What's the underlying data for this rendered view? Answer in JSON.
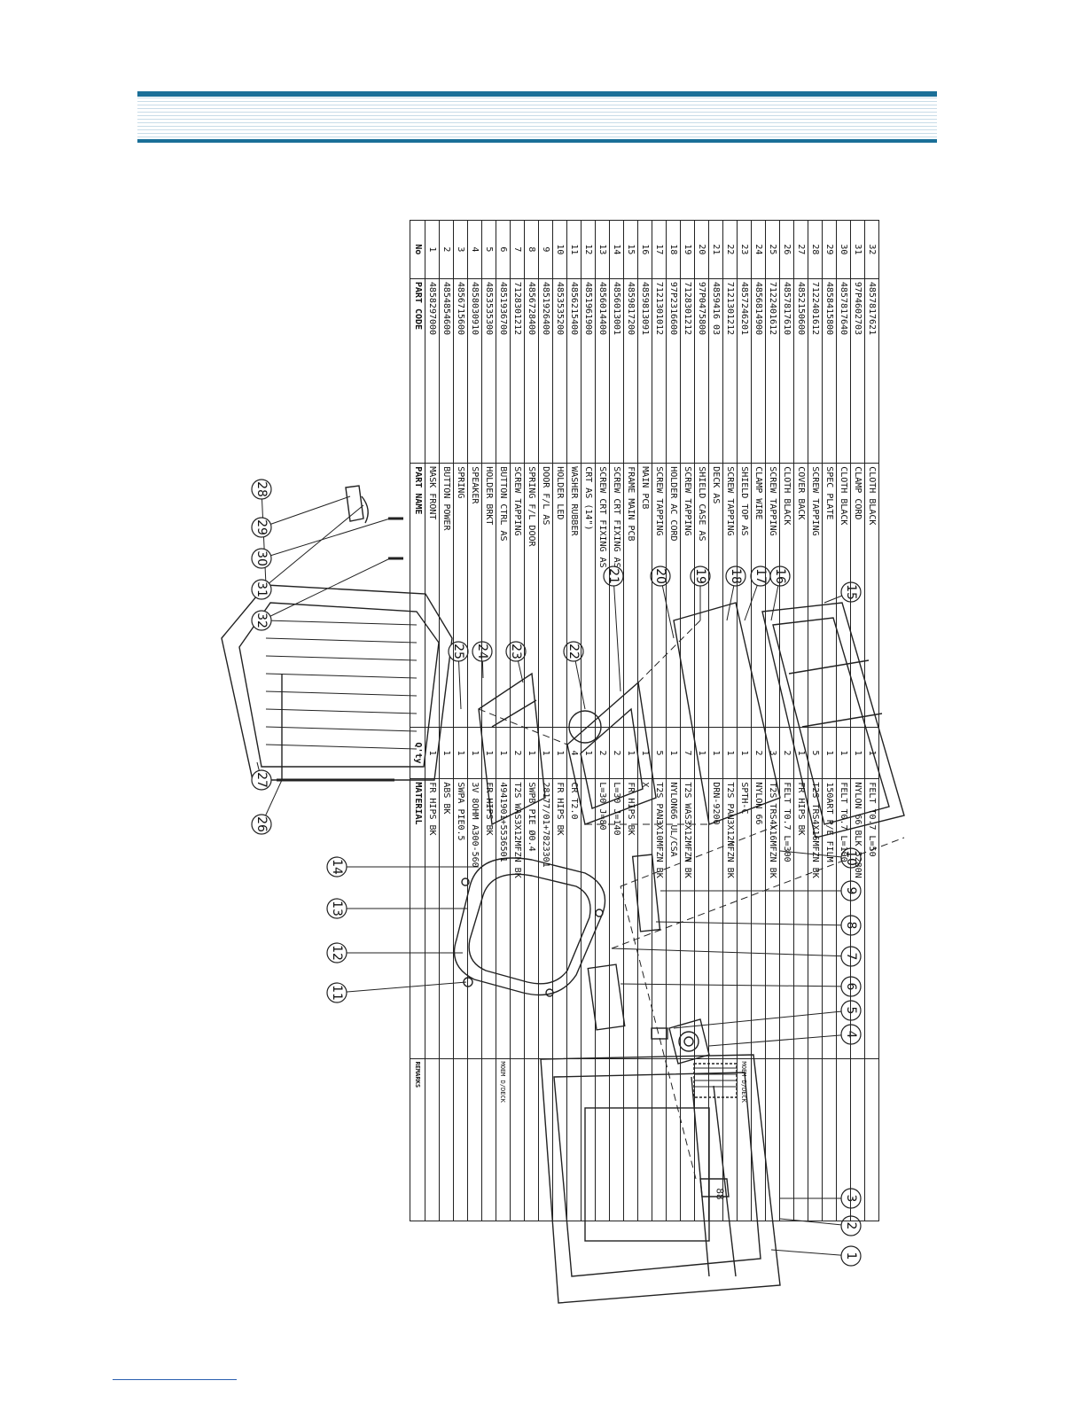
{
  "table": {
    "header": {
      "no": "No",
      "code": "PART CODE",
      "name": "PART NAME",
      "qty": "Q'ty",
      "material": "MATERIAL",
      "remarks": "REMARKS"
    },
    "rows": [
      {
        "no": "32",
        "code": "4857817621",
        "name": "CLOTH BLACK",
        "qty": "1",
        "material": "FELT T0.7    L=50",
        "remarks": ""
      },
      {
        "no": "31",
        "code": "97P4602703",
        "name": "CLAMP CORD",
        "qty": "1",
        "material": "NYLON 66 BLK 5280N",
        "remarks": ""
      },
      {
        "no": "30",
        "code": "4857817640",
        "name": "CLOTH BLACK",
        "qty": "1",
        "material": "FELT T0.7    L=100",
        "remarks": ""
      },
      {
        "no": "29",
        "code": "4858415800",
        "name": "SPEC PLATE",
        "qty": "1",
        "material": "150ART P/E FILM",
        "remarks": ""
      },
      {
        "no": "28",
        "code": "7122401612",
        "name": "SCREW TAPPING",
        "qty": "5",
        "material": "T2S TRS4X16MFZN BK",
        "remarks": ""
      },
      {
        "no": "27",
        "code": "4852150600",
        "name": "COVER BACK",
        "qty": "1",
        "material": "FR HIPS BK",
        "remarks": ""
      },
      {
        "no": "26",
        "code": "4857817610",
        "name": "CLOTH BLACK",
        "qty": "2",
        "material": "FELT T0.7    L=300",
        "remarks": ""
      },
      {
        "no": "25",
        "code": "7122401612",
        "name": "SCREW TAPPING",
        "qty": "3",
        "material": "T2S TRS4X16MFZN BK",
        "remarks": ""
      },
      {
        "no": "24",
        "code": "4856814900",
        "name": "CLAMP WIRE",
        "qty": "2",
        "material": "NYLON 66",
        "remarks": ""
      },
      {
        "no": "23",
        "code": "4857246201",
        "name": "SHIELD TOP AS",
        "qty": "1",
        "material": "SPTH-C",
        "remarks": "MOEM D/DECK"
      },
      {
        "no": "22",
        "code": "7121301212",
        "name": "SCREW TAPPING",
        "qty": "1",
        "material": "T2S PAN3X12MFZN BK",
        "remarks": ""
      },
      {
        "no": "21",
        "code": "4859416 03",
        "name": "DECK AS",
        "qty": "1",
        "material": "DRN-9200",
        "remarks": ""
      },
      {
        "no": "20",
        "code": "97P0475800",
        "name": "SHIELD CASE AS",
        "qty": "1",
        "material": "",
        "remarks": ""
      },
      {
        "no": "19",
        "code": "7128301212",
        "name": "SCREW TAPPING",
        "qty": "7",
        "material": "T2S WAS3X12MFZN BK",
        "remarks": ""
      },
      {
        "no": "18",
        "code": "97P2316600",
        "name": "HOLDER AC CORD",
        "qty": "1",
        "material": "NYLON66 UL/CSA",
        "remarks": ""
      },
      {
        "no": "17",
        "code": "7121301012",
        "name": "SCREW TAPPING",
        "qty": "5",
        "material": "T2S PAN3X10MFZN BK",
        "remarks": ""
      },
      {
        "no": "16",
        "code": "4859813091",
        "name": "MAIN PCB",
        "qty": "1",
        "material": "X",
        "remarks": ""
      },
      {
        "no": "15",
        "code": "4859817200",
        "name": "FRAME MAIN PCB",
        "qty": "1",
        "material": "FR HIPS BK",
        "remarks": ""
      },
      {
        "no": "14",
        "code": "4856013001",
        "name": "SCREW CRT FIXING AS",
        "qty": "2",
        "material": "L=30 J=140",
        "remarks": ""
      },
      {
        "no": "13",
        "code": "4856014400",
        "name": "SCREW CRT FIXING AS",
        "qty": "2",
        "material": "L=30 J=80",
        "remarks": ""
      },
      {
        "no": "12",
        "code": "4851961900",
        "name": "CRT AS (14\")",
        "qty": "1",
        "material": "",
        "remarks": ""
      },
      {
        "no": "11",
        "code": "4856215400",
        "name": "WASHER RUBBER",
        "qty": "4",
        "material": "CR T2.0",
        "remarks": ""
      },
      {
        "no": "10",
        "code": "4853535200",
        "name": "HOLDER LED",
        "qty": "1",
        "material": "FR HIPS BK",
        "remarks": ""
      },
      {
        "no": "9",
        "code": "4851926400",
        "name": "DOOR F/L AS",
        "qty": "1",
        "material": "28177/01+7823301",
        "remarks": ""
      },
      {
        "no": "8",
        "code": "4856728400",
        "name": "SPRING F/L DOOR",
        "qty": "1",
        "material": "SWPB PIE Ø0.4",
        "remarks": ""
      },
      {
        "no": "7",
        "code": "7128301212",
        "name": "SCREW TAPPING",
        "qty": "2",
        "material": "T2S WAS3X12MFZN BK",
        "remarks": ""
      },
      {
        "no": "6",
        "code": "4851936700",
        "name": "BUTTON CTRL AS",
        "qty": "1",
        "material": "4941901+5536501",
        "remarks": "MOEM D/DECK"
      },
      {
        "no": "5",
        "code": "4853535300",
        "name": "HOLDER BRKT",
        "qty": "1",
        "material": "FR HIPS BK",
        "remarks": ""
      },
      {
        "no": "4",
        "code": "4858030910",
        "name": "SPEAKER",
        "qty": "1",
        "material": "3V 8OHM A300-560",
        "remarks": ""
      },
      {
        "no": "3",
        "code": "4856715600",
        "name": "SPRING",
        "qty": "1",
        "material": "SWPA PIE0.5",
        "remarks": ""
      },
      {
        "no": "2",
        "code": "4854854600",
        "name": "BUTTON POWER",
        "qty": "1",
        "material": "ABS BK",
        "remarks": ""
      },
      {
        "no": "1",
        "code": "4858297000",
        "name": "MASK FRONT",
        "qty": "1",
        "material": "FR HIPS BK",
        "remarks": ""
      }
    ]
  },
  "callouts": [
    "1",
    "2",
    "3",
    "4",
    "5",
    "6",
    "7",
    "8",
    "9",
    "10",
    "11",
    "12",
    "13",
    "14",
    "15",
    "16",
    "17",
    "18",
    "19",
    "20",
    "21",
    "22",
    "23",
    "24",
    "25",
    "26",
    "27",
    "28",
    "29",
    "30",
    "31",
    "32"
  ],
  "front_display_digits": "88"
}
